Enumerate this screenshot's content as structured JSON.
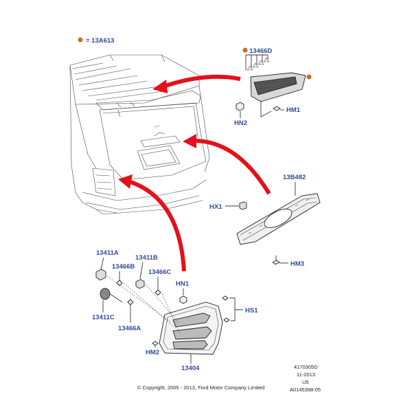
{
  "colors": {
    "callout_text": "#2f4a9c",
    "arrow": "#e4111b",
    "marker": "#c8701e",
    "line": "#333333"
  },
  "legend": {
    "marker_icon": "orange-dot-icon",
    "label": "= 13A613"
  },
  "callouts": {
    "c13466D_top": "13466D",
    "hn2": "HN2",
    "hm1": "HM1",
    "c13B482": "13B482",
    "hx1": "HX1",
    "hm3": "HM3",
    "c13411A": "13411A",
    "c13466B": "13466B",
    "c13411B": "13411B",
    "c13466C": "13466C",
    "hn1": "HN1",
    "hs1": "HS1",
    "c13411C": "13411C",
    "c13466A": "13466A",
    "hm2": "HM2",
    "c13404": "13404"
  },
  "metadata": {
    "code": "4170305D",
    "date": "11-2013",
    "revision": "U5",
    "image_ref": "A0145398-05"
  },
  "copyright": "© Copyright, 2005 - 2013, Ford Motor Company Limited"
}
